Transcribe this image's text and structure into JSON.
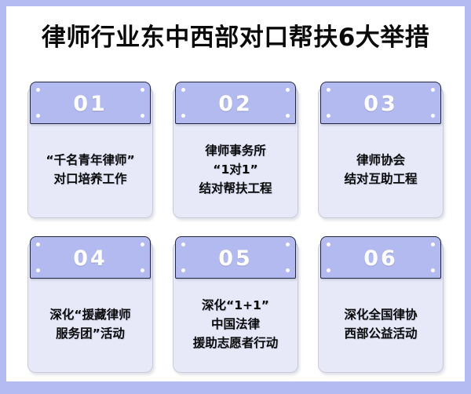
{
  "poster": {
    "title": "律师行业东中西部对口帮扶6大举措",
    "frame_color": "#b3bbf2",
    "background_color": "#ffffff",
    "header_color": "#b2baf0",
    "body_color": "#e7e9f9",
    "header_border_color": "#23263f",
    "number_color": "#ffffff",
    "text_color": "#0a0a0a"
  },
  "cards": [
    {
      "number": "01",
      "lines": [
        "“千名青年律师”",
        "对口培养工作"
      ]
    },
    {
      "number": "02",
      "lines": [
        "律师事务所",
        "“1对1”",
        "结对帮扶工程"
      ]
    },
    {
      "number": "03",
      "lines": [
        "律师协会",
        "结对互助工程"
      ]
    },
    {
      "number": "04",
      "lines": [
        "深化“援藏律师",
        "服务团”活动"
      ]
    },
    {
      "number": "05",
      "lines": [
        "深化“1+1”",
        "中国法律",
        "援助志愿者行动"
      ]
    },
    {
      "number": "06",
      "lines": [
        "深化全国律协",
        "西部公益活动"
      ]
    }
  ]
}
